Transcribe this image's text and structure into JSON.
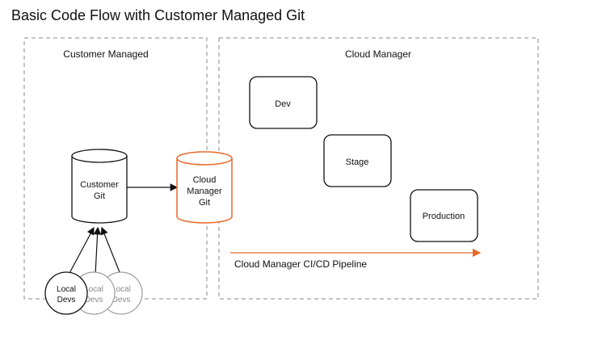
{
  "title": "Basic Code Flow with Customer Managed Git",
  "regions": {
    "customer_managed": "Customer Managed",
    "cloud_manager": "Cloud Manager"
  },
  "nodes": {
    "customer_git": [
      "Customer",
      "Git"
    ],
    "cloud_manager_git": [
      "Cloud",
      "Manager",
      "Git"
    ],
    "dev": "Dev",
    "stage": "Stage",
    "production": "Production",
    "local_devs": [
      "Local",
      "Devs"
    ]
  },
  "pipeline_label": "Cloud Manager CI/CD Pipeline",
  "colors": {
    "accent": "#e8692a",
    "stroke": "#111111",
    "dashed": "#8a8a8a",
    "ghost": "#9a9a9a"
  }
}
